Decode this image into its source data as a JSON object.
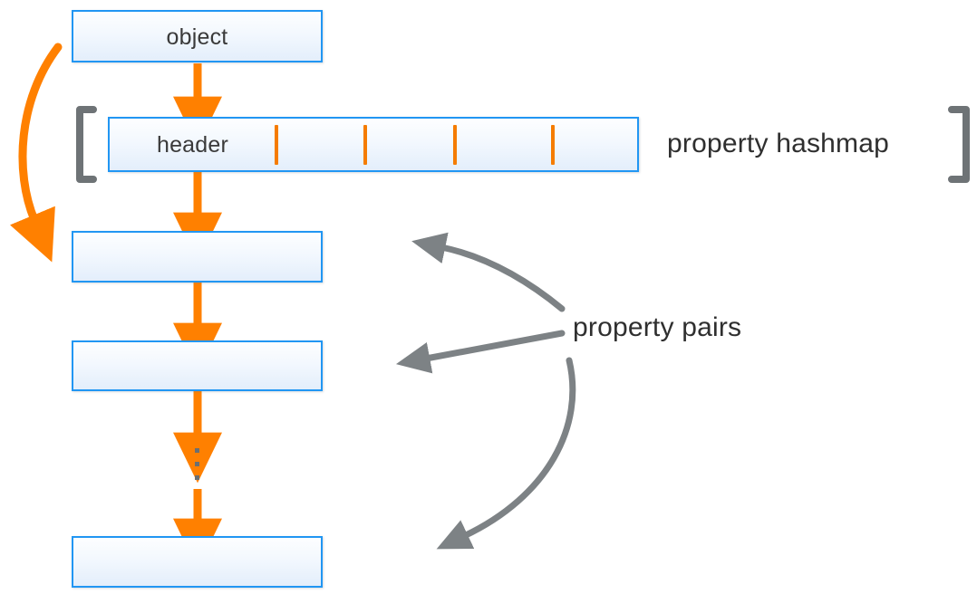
{
  "diagram": {
    "title": "JavaScript object property hashmap layout",
    "colors": {
      "box_border": "#2196f3",
      "box_fill_top": "#fdfeff",
      "box_fill_bottom": "#e3eefb",
      "orange_arrow": "#ff8000",
      "orange_tick": "#f57c00",
      "gray_arrow": "#7d8285",
      "bracket": "#6e7376",
      "text": "#3a3a3a"
    },
    "boxes": [
      {
        "id": "object",
        "label": "object"
      },
      {
        "id": "hashmap-header",
        "label": "header"
      },
      {
        "id": "pair-1",
        "label": ""
      },
      {
        "id": "pair-2",
        "label": ""
      },
      {
        "id": "pair-n",
        "label": ""
      }
    ],
    "labels": {
      "property_hashmap": "property hashmap",
      "property_pairs": "property pairs"
    },
    "hashmap": {
      "cell_count": 5,
      "tick_positions": [
        303,
        401,
        500,
        608
      ]
    },
    "ellipsis": {
      "dot_count": 3
    },
    "arrows": {
      "object_to_header": "down-arrow",
      "header_to_pair1": "down-arrow",
      "pair1_to_pair2": "down-arrow",
      "pair2_to_ellipsis": "down-arrow",
      "ellipsis_to_pairn": "down-arrow",
      "object_to_pair1_curve": "curved-left-arrow",
      "pairs_callout_top": "curved-arrow",
      "pairs_callout_middle": "straight-arrow",
      "pairs_callout_bottom": "curved-arrow"
    }
  }
}
